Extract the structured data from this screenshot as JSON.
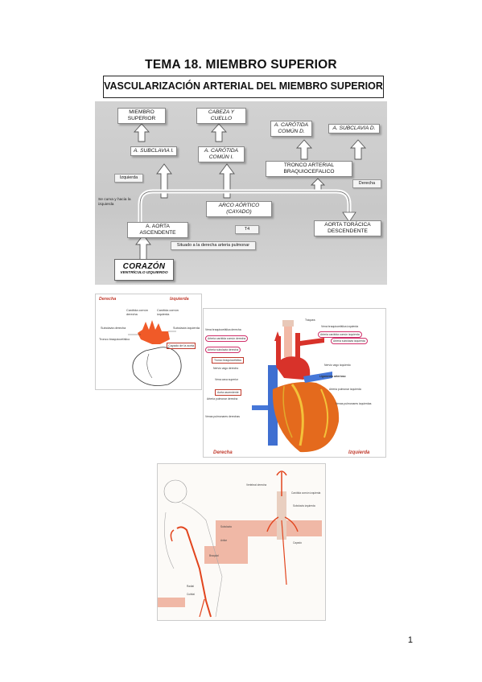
{
  "document": {
    "title": "TEMA 18. MIEMBRO SUPERIOR",
    "section_title": "VASCULARIZACIÓN ARTERIAL DEL MIEMBRO SUPERIOR",
    "page_number": "1"
  },
  "diagram1": {
    "boxes": {
      "miembro_superior": "MIEMBRO SUPERIOR",
      "cabeza_cuello": "CABEZA Y CUELLO",
      "carotida_comun_d": "A. CARÓTIDA COMÚN D.",
      "subclavia_d": "A. SUBCLAVIA D.",
      "subclavia_i": "A. SUBCLAVIA I.",
      "carotida_comun_i": "A. CARÓTIDA COMÚN I.",
      "tronco_braquiocefalico": "TRONCO ARTERIAL BRAQUIOCEFALICO",
      "arco_aortico": "ARCO AÓRTICO (CAYADO)",
      "aorta_ascendente": "A. AORTA ASCENDENTE",
      "aorta_toracica": "AORTA TORÁCICA DESCENDENTE",
      "corazon": "CORAZÓN",
      "ventriculo": "VENTRÍCULO IZQUIERDO"
    },
    "tags": {
      "izquierda": "Izquierda",
      "derecha": "Derecha",
      "curva": "Se curva y hacia la izquierda",
      "t4": "T4",
      "situado": "Situado a la derecha arteria pulmonar"
    }
  },
  "diagram2": {
    "derecha": "Derecha",
    "izquierda": "Izquierda",
    "labels": {
      "carotida_derecha": "Carótida común derecha",
      "carotida_izquierda": "Carótida común izquierda",
      "subclavia_derecha": "Subclavia derecha",
      "subclavia_izquierda": "Subclavia izquierda",
      "tronco": "Tronco braquiocefálico",
      "cayado": "Cayado de la aorta"
    }
  },
  "diagram3": {
    "derecha": "Derecha",
    "izquierda": "Izquierda",
    "left_labels": [
      "Vena braquiocefálica derecha",
      "Arteria carótida común derecha",
      "Arteria subclavia derecha",
      "Tronco braquiocefálico",
      "Nervio vago derecho",
      "Vena cava superior",
      "Aorta ascendente",
      "Arteria pulmonar derecha",
      "Venas pulmonares derechas"
    ],
    "right_labels": [
      "Tráquea",
      "Vena braquiocefálica izquierda",
      "Arteria carótida común izquierda",
      "Arteria subclavia izquierda",
      "Nervio vago izquierdo",
      "Ligamento arterioso",
      "Arteria pulmonar izquierda",
      "Venas pulmonares izquierdas"
    ]
  },
  "diagram4": {
    "labels": [
      "Vertebral derecha",
      "Subclavia",
      "Axilar",
      "Braquial",
      "Radial",
      "Cubital",
      "Carótida común izquierda",
      "Subclavia izquierda",
      "Cayado"
    ]
  }
}
